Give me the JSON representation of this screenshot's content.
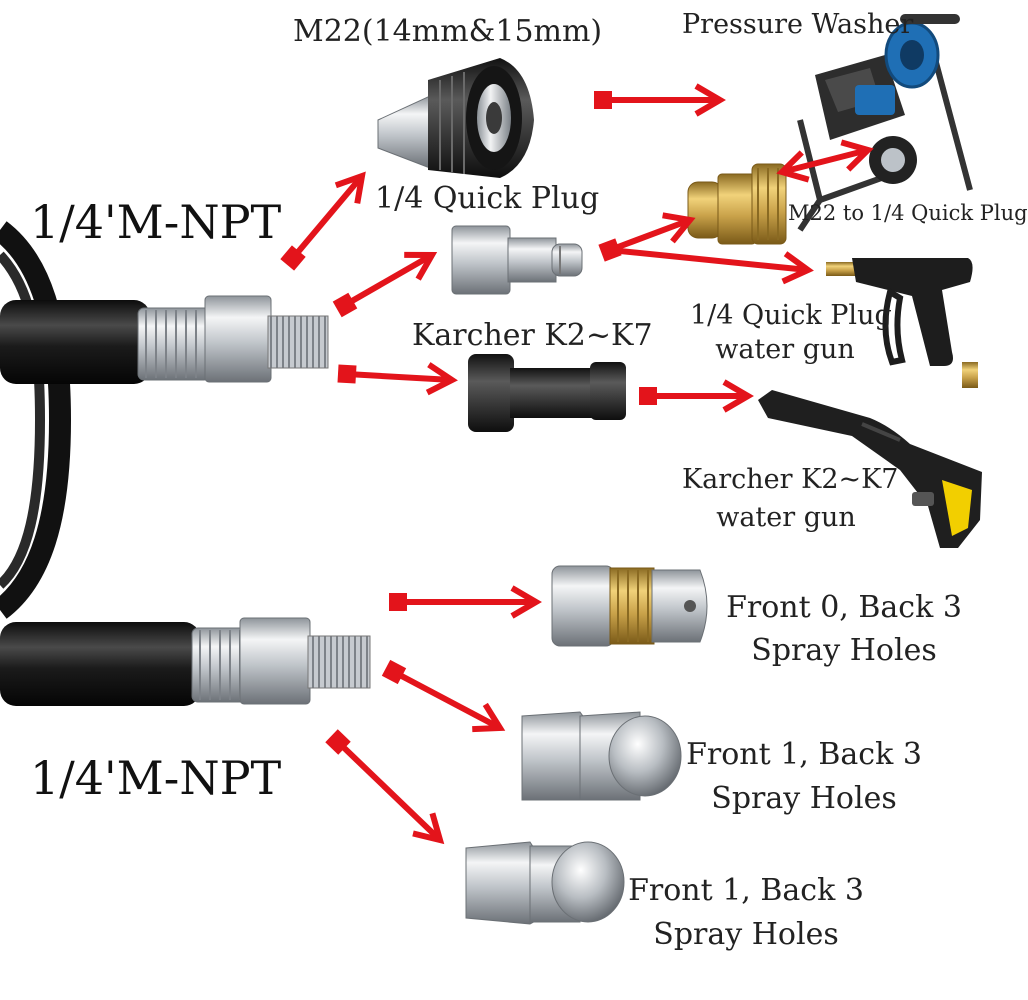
{
  "labels": {
    "npt_top": "1/4'M-NPT",
    "npt_bottom": "1/4'M-NPT",
    "m22": "M22(14mm&15mm)",
    "pressure_washer": "Pressure Washer",
    "quick_plug": "1/4 Quick Plug",
    "m22_to_quick": "M22 to 1/4 Quick Plug",
    "quick_gun_line1": "1/4 Quick Plug",
    "quick_gun_line2": "water gun",
    "karcher": "Karcher K2~K7",
    "karcher_gun_line1": "Karcher K2~K7",
    "karcher_gun_line2": "water gun",
    "nozzle1_line1": "Front 0, Back 3",
    "nozzle1_line2": "Spray Holes",
    "nozzle2_line1": "Front 1, Back 3",
    "nozzle2_line2": "Spray Holes",
    "nozzle3_line1": "Front 1, Back 3",
    "nozzle3_line2": "Spray Holes"
  },
  "colors": {
    "arrow": "#e3141b",
    "hose": "#1b1b1b",
    "steel": "#c9ccd0",
    "brass": "#c9a24a",
    "plastic_black": "#222222",
    "accent_yellow": "#f2cf00",
    "washer_blue": "#1f6fb5"
  }
}
